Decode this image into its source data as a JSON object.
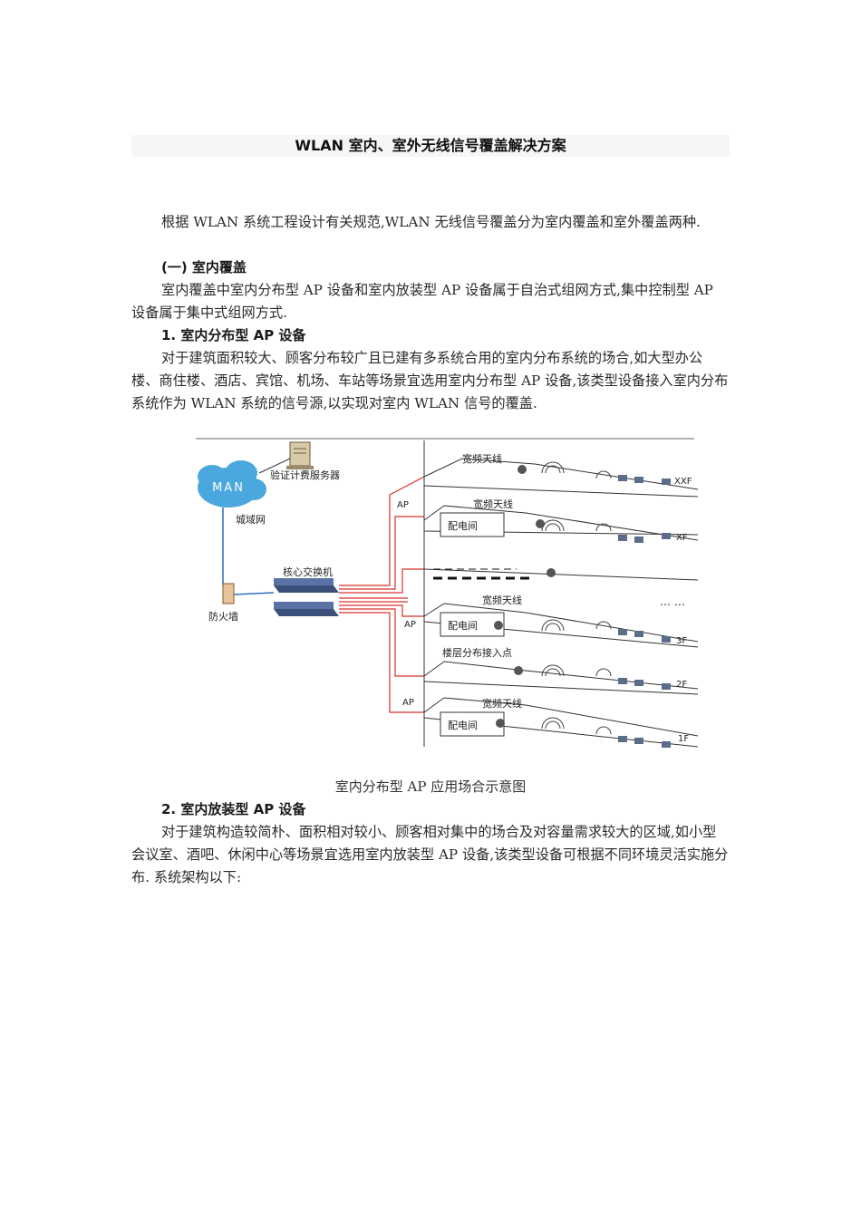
{
  "doc": {
    "title": "WLAN 室内、室外无线信号覆盖解决方案",
    "p1": "根据 WLAN 系统工程设计有关规范,WLAN 无线信号覆盖分为室内覆盖和室外覆盖两种.",
    "h1": "(一) 室内覆盖",
    "p2": "室内覆盖中室内分布型 AP 设备和室内放装型 AP 设备属于自治式组网方式,集中控制型 AP 设备属于集中式组网方式.",
    "h2": "1. 室内分布型 AP 设备",
    "p3": "对于建筑面积较大、顾客分布较广且已建有多系统合用的室内分布系统的场合,如大型办公楼、商住楼、酒店、宾馆、机场、车站等场景宜选用室内分布型 AP 设备,该类型设备接入室内分布系统作为 WLAN 系统的信号源,以实现对室内 WLAN 信号的覆盖.",
    "caption": "室内分布型 AP 应用场合示意图",
    "h3": "2. 室内放装型 AP 设备",
    "p4": "对于建筑构造较简朴、面积相对较小、顾客相对集中的场合及对容量需求较大的区域,如小型会议室、酒吧、休闲中心等场景宜选用室内放装型 AP 设备,该类型设备可根据不同环境灵活实施分布. 系统架构以下:"
  },
  "diagram": {
    "man": "MAN",
    "metro": "城域网",
    "server": "验证计费服务器",
    "firewall": "防火墙",
    "core_switch": "核心交换机",
    "ap": "AP",
    "wideband": "宽频天线",
    "room": "配电间",
    "floor_access": "楼层分布接入点",
    "floors": [
      "XXF",
      "XF",
      "3F",
      "2F",
      "1F"
    ],
    "ellipsis": "… …",
    "colors": {
      "red": "#d9302b",
      "blue": "#2f6fc0",
      "cloud": "#4aa8de",
      "line": "#333333"
    }
  }
}
